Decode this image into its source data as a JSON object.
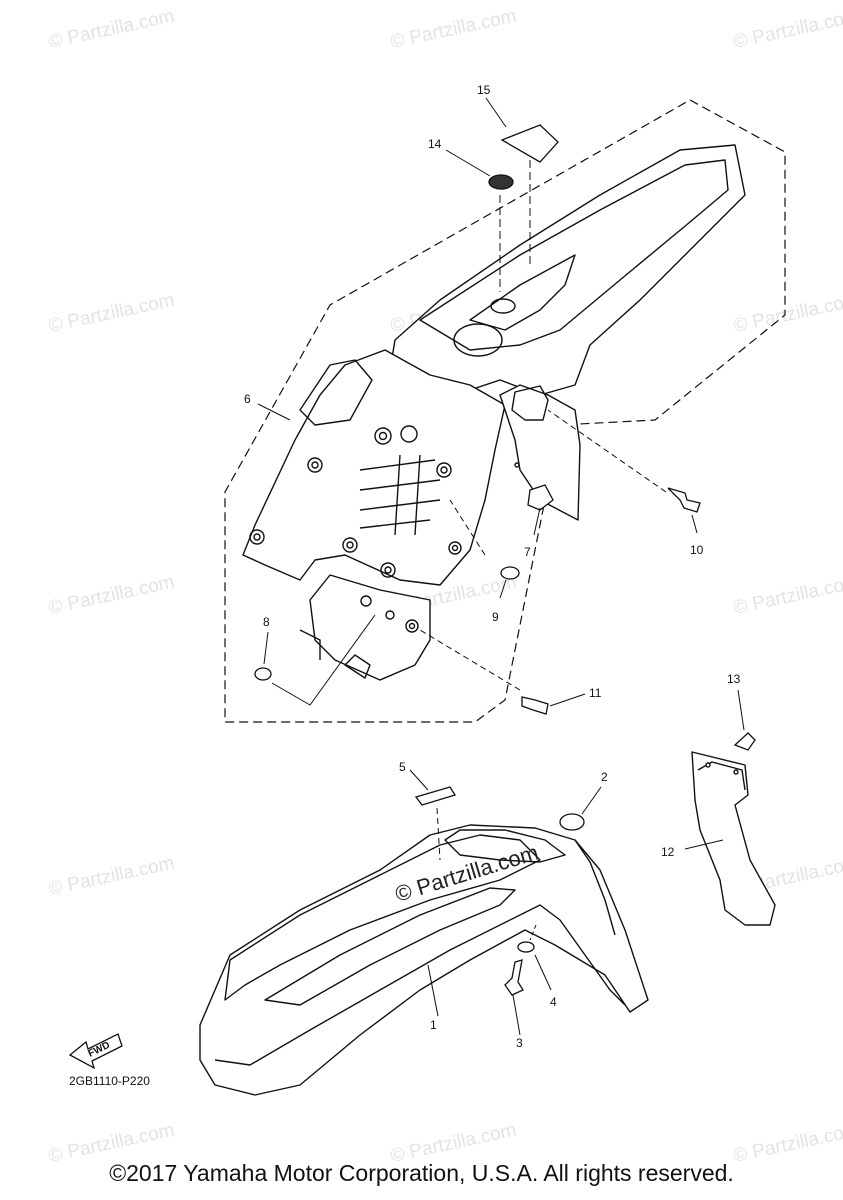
{
  "watermark": "© Partzilla.com",
  "watermark_center": "© Partzilla.com",
  "diagram_code": "2GB1110-P220",
  "fwd_label": "FWD",
  "copyright": "©2017 Yamaha Motor Corporation, U.S.A. All rights reserved.",
  "callouts": {
    "n1": "1",
    "n2": "2",
    "n3": "3",
    "n4": "4",
    "n5": "5",
    "n6": "6",
    "n7": "7",
    "n8": "8",
    "n9": "9",
    "n10": "10",
    "n11": "11",
    "n12": "12",
    "n13": "13",
    "n14": "14",
    "n15": "15"
  }
}
